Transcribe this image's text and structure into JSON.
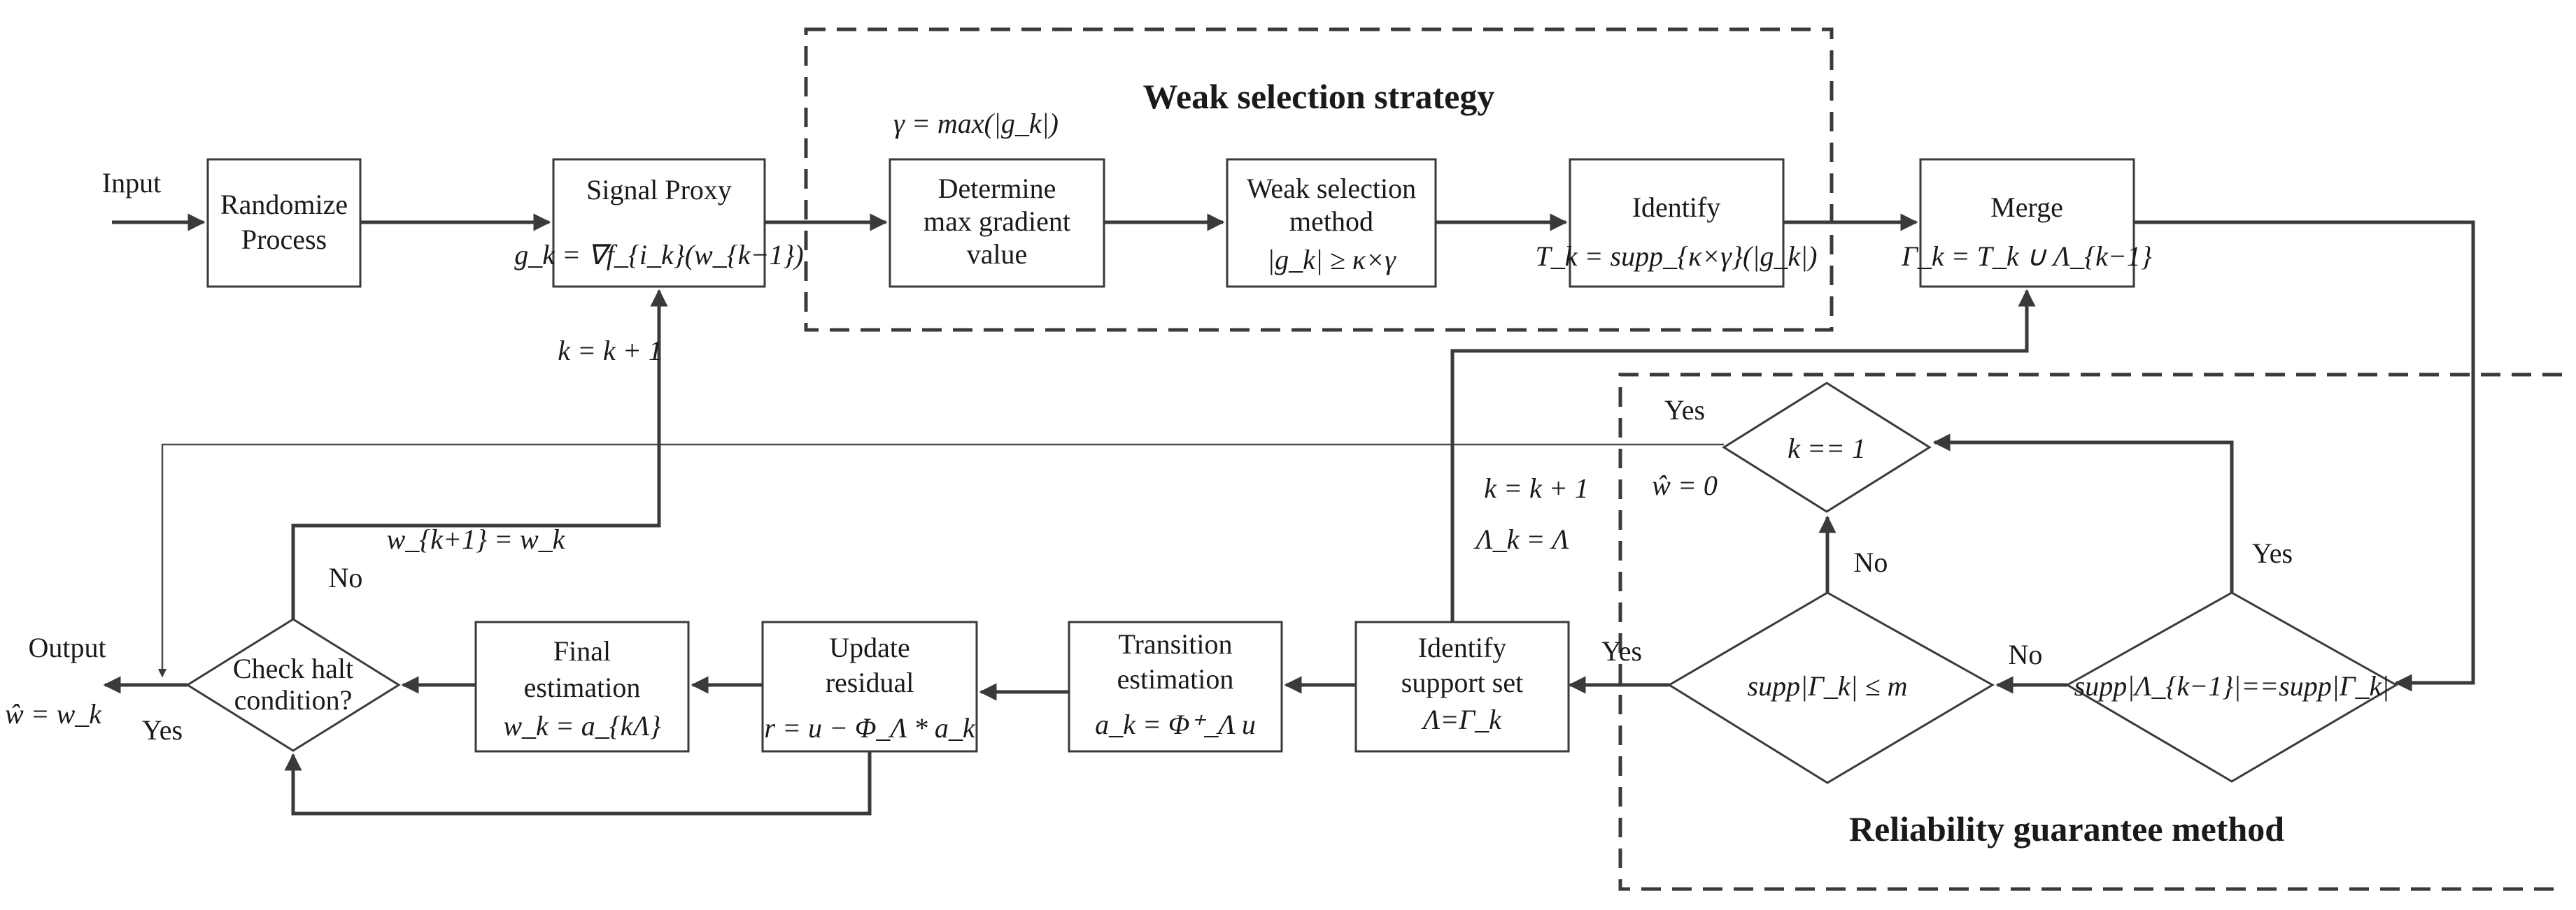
{
  "title_weak": "Weak selection strategy",
  "title_reliability": "Reliability guarantee  method",
  "labels": {
    "input": "Input",
    "output": "Output",
    "output_formula": "ŵ = w_k",
    "yes": "Yes",
    "no": "No",
    "k_inc": "k = k + 1",
    "w_update": "w_{k+1} = w_k",
    "w_zero": "ŵ = 0",
    "lambda_assign": "Λ_k = Λ",
    "gamma_def": "γ = max(|g_k|)"
  },
  "nodes": {
    "randomize": {
      "line1": "Randomize",
      "line2": "Process"
    },
    "signal_proxy": {
      "line1": "Signal Proxy",
      "formula": "g_k = ∇f_{i_k}(w_{k−1})"
    },
    "max_gradient": {
      "line1": "Determine",
      "line2": "max gradient",
      "line3": "value"
    },
    "weak_method": {
      "line1": "Weak selection",
      "line2": "method",
      "formula": "|g_k| ≥ κ×γ"
    },
    "identify": {
      "line1": "Identify",
      "formula": "T_k = supp_{κ×γ}(|g_k|)"
    },
    "merge": {
      "line1": "Merge",
      "formula": "Γ_k = T_k ∪ Λ_{k−1}"
    },
    "decision_k1": {
      "formula": "k == 1"
    },
    "decision_supp_eq": {
      "formula": "supp|Λ_{k−1}|==supp|Γ_k|"
    },
    "decision_supp_m": {
      "formula": "supp|Γ_k| ≤ m"
    },
    "identify_support": {
      "line1": "Identify",
      "line2": "support set",
      "formula": "Λ=Γ_k"
    },
    "transition": {
      "line1": "Transition",
      "line2": "estimation",
      "formula": "a_k = Φ⁺_Λ u"
    },
    "update_residual": {
      "line1": "Update",
      "line2": "residual",
      "formula": "r = u − Φ_Λ * a_k"
    },
    "final_estimation": {
      "line1": "Final",
      "line2": "estimation",
      "formula": "w_k = a_{kΛ}"
    },
    "check_halt": {
      "line1": "Check halt",
      "line2": "condition?"
    }
  }
}
